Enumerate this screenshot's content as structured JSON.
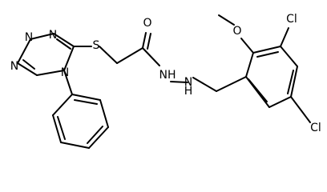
{
  "molecule": {
    "atom_labels": {
      "N1": "N",
      "N2": "N",
      "N3": "N",
      "N4": "N",
      "S": "S",
      "O_carbonyl": "O",
      "NH": "NH",
      "N_imine": "N",
      "H_imine": "H",
      "O_methoxy": "O",
      "Cl_top": "Cl",
      "Cl_bottom": "Cl"
    },
    "colors": {
      "bond": "#000000",
      "label": "#000000",
      "background": "#ffffff"
    }
  }
}
